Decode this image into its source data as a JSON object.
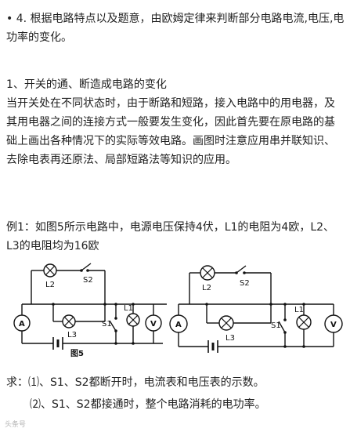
{
  "intro": {
    "line": "• 4. 根据电路特点以及题意，由欧姆定律来判断部分电路电流,电压,电功率的变化。"
  },
  "section1": {
    "heading": "1、开关的通、断造成电路的变化",
    "body": "当开关处在不同状态时，由于断路和短路，接入电路中的用电器，及其用电器之间的连接方式一般要发生变化，因此首先要在原电路的基础上画出各种情况下的实际等效电路。画图时注意应用串并联知识、去除电表再还原法、局部短路法等知识的应用。"
  },
  "example": {
    "text": "例1：如图5所示电路中，电源电压保持4伏，L1的电阻为4欧，L2、L3的电阻均为16欧"
  },
  "circuit_labels": {
    "ammeter": "A",
    "voltmeter": "V",
    "l1": "L1",
    "l2": "L2",
    "l3": "L3",
    "s1": "S1",
    "s2": "S2",
    "figure": "图5"
  },
  "questions": {
    "q1": "求：⑴、S1、S2都断开时，电流表和电压表的示数。",
    "q2": "⑵、S1、S2都接通时，整个电路消耗的电功率。"
  },
  "watermark": "头条号"
}
